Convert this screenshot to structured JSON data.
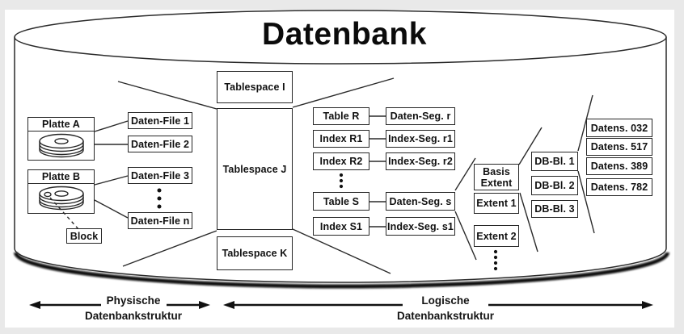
{
  "title": "Datenbank",
  "physical": {
    "disks": [
      "Platte A",
      "Platte B"
    ],
    "block": "Block",
    "files": [
      "Daten-File 1",
      "Daten-File 2",
      "Daten-File 3",
      "Daten-File n"
    ]
  },
  "tablespaces": [
    "Tablespace I",
    "Tablespace J",
    "Tablespace K"
  ],
  "tables": [
    "Table R",
    "Index R1",
    "Index R2",
    "Table S",
    "Index S1"
  ],
  "segments": [
    "Daten-Seg. r",
    "Index-Seg. r1",
    "Index-Seg. r2",
    "Daten-Seg. s",
    "Index-Seg. s1"
  ],
  "extents": [
    "Basis Extent",
    "Extent 1",
    "Extent 2"
  ],
  "db_blocks": [
    "DB-Bl. 1",
    "DB-Bl. 2",
    "DB-Bl. 3"
  ],
  "records": [
    "Datens. 032",
    "Datens. 517",
    "Datens. 389",
    "Datens. 782"
  ],
  "footer": {
    "physical_line1": "Physische",
    "physical_line2": "Datenbankstruktur",
    "logical_line1": "Logische",
    "logical_line2": "Datenbankstruktur"
  },
  "colors": {
    "line": "#2a2a2a",
    "box_background": "#ffffff",
    "page_edge": "#e9e9e9"
  }
}
